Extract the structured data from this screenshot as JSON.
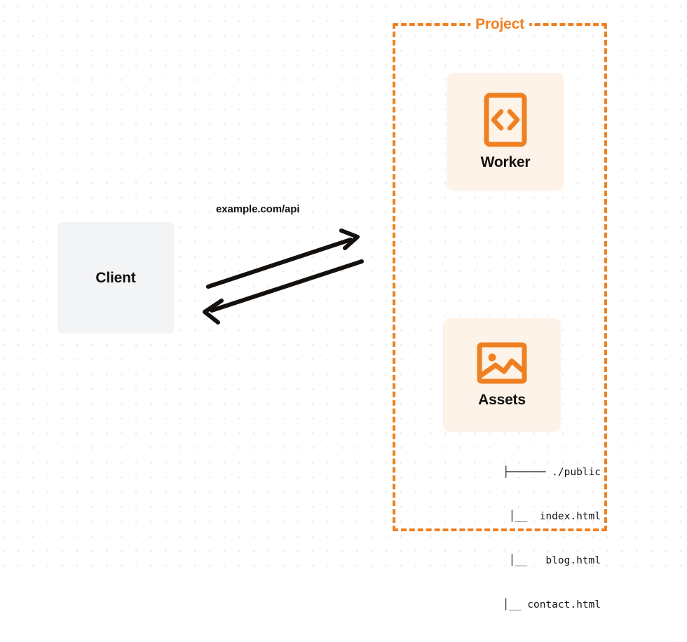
{
  "diagram": {
    "title": "Client to Project Worker and Assets request flow",
    "colors": {
      "accent_orange": "#ef8022",
      "card_background": "#fdf3e8",
      "client_background": "#f3f4f6",
      "text_dark": "#14100d",
      "grid_dot": "#ececed",
      "page_background": "#ffffff"
    }
  },
  "client": {
    "label": "Client"
  },
  "connection": {
    "label": "example.com/api",
    "request_direction": "client-to-project",
    "response_direction": "project-to-client"
  },
  "project": {
    "title": "Project",
    "nodes": [
      {
        "id": "worker",
        "label": "Worker",
        "icon": "code-brackets-icon"
      },
      {
        "id": "assets",
        "label": "Assets",
        "icon": "image-photo-icon"
      }
    ],
    "file_tree": {
      "root": {
        "connector": "├──────",
        "name": "./public"
      },
      "children": [
        {
          "connector": "│__",
          "name": "index.html"
        },
        {
          "connector": "│__",
          "name": "blog.html"
        },
        {
          "connector": "│__",
          "name": "contact.html"
        }
      ],
      "lines": [
        "├────── ./public",
        "       │__  index.html",
        "       │__   blog.html",
        "       │__ contact.html"
      ]
    }
  }
}
